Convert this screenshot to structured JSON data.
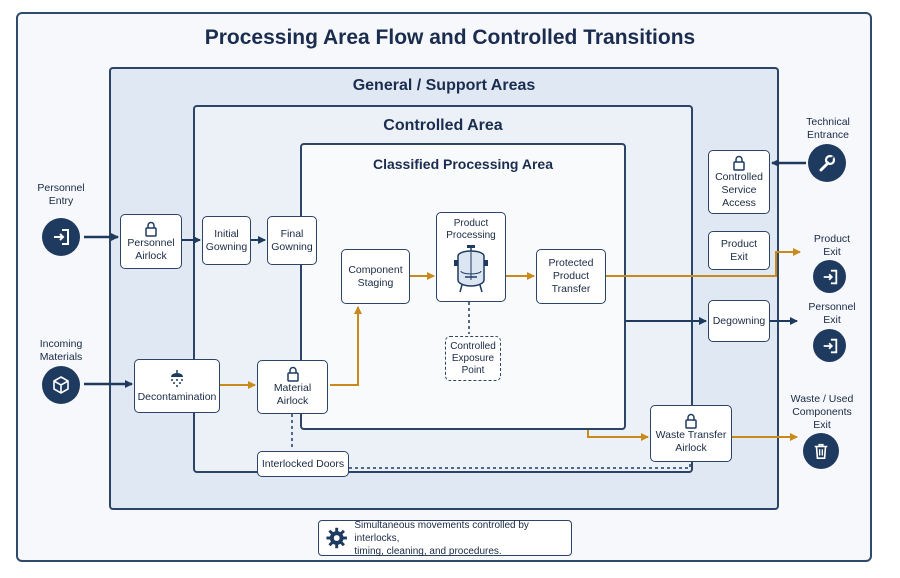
{
  "title": "Processing Area Flow and Controlled Transitions",
  "zones": {
    "general": "General / Support Areas",
    "controlled": "Controlled Area",
    "classified": "Classified Processing Area"
  },
  "boxes": {
    "personnel_airlock": "Personnel\nAirlock",
    "initial_gowning": "Initial\nGowning",
    "final_gowning": "Final\nGowning",
    "component_staging": "Component\nStaging",
    "product_processing": "Product\nProcessing",
    "protected_transfer": "Protected\nProduct\nTransfer",
    "controlled_exposure": "Controlled\nExposure\nPoint",
    "decontamination": "Decontamination",
    "material_airlock": "Material\nAirlock",
    "interlocked_doors": "Interlocked Doors",
    "controlled_service": "Controlled\nService\nAccess",
    "product_exit_box": "Product\nExit",
    "degowning": "Degowning",
    "waste_airlock": "Waste Transfer\nAirlock"
  },
  "external": {
    "personnel_entry": "Personnel\nEntry",
    "incoming_materials": "Incoming\nMaterials",
    "technical_entrance": "Technical\nEntrance",
    "product_exit": "Product\nExit",
    "personnel_exit": "Personnel\nExit",
    "waste_exit": "Waste / Used\nComponents\nExit"
  },
  "note": "Simultaneous movements controlled by interlocks,\ntiming, cleaning, and procedures.",
  "icons": {
    "entry": "door-enter-icon",
    "materials": "box-icon",
    "technical": "wrench-icon",
    "product_exit": "door-exit-icon",
    "personnel_exit": "door-exit-icon",
    "waste": "trash-icon",
    "lock": "lock-icon",
    "shower": "shower-icon",
    "vessel": "vessel-icon",
    "gear": "gear-icon"
  },
  "colors": {
    "navy": "#1e3a5f",
    "orange": "#c98a1c",
    "zone_general": "#dfe8f3",
    "zone_controlled": "#ecf1f8",
    "zone_classified": "#f9fafc"
  }
}
